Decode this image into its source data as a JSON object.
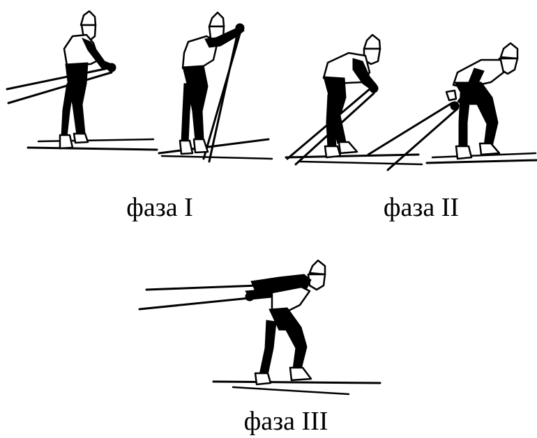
{
  "captions": {
    "phase1": "фаза I",
    "phase2": "фаза II",
    "phase3": "фаза III"
  },
  "figures": [
    {
      "name": "skier-phase-1a"
    },
    {
      "name": "skier-phase-1b"
    },
    {
      "name": "skier-phase-2a"
    },
    {
      "name": "skier-phase-2b"
    },
    {
      "name": "skier-phase-3"
    }
  ]
}
